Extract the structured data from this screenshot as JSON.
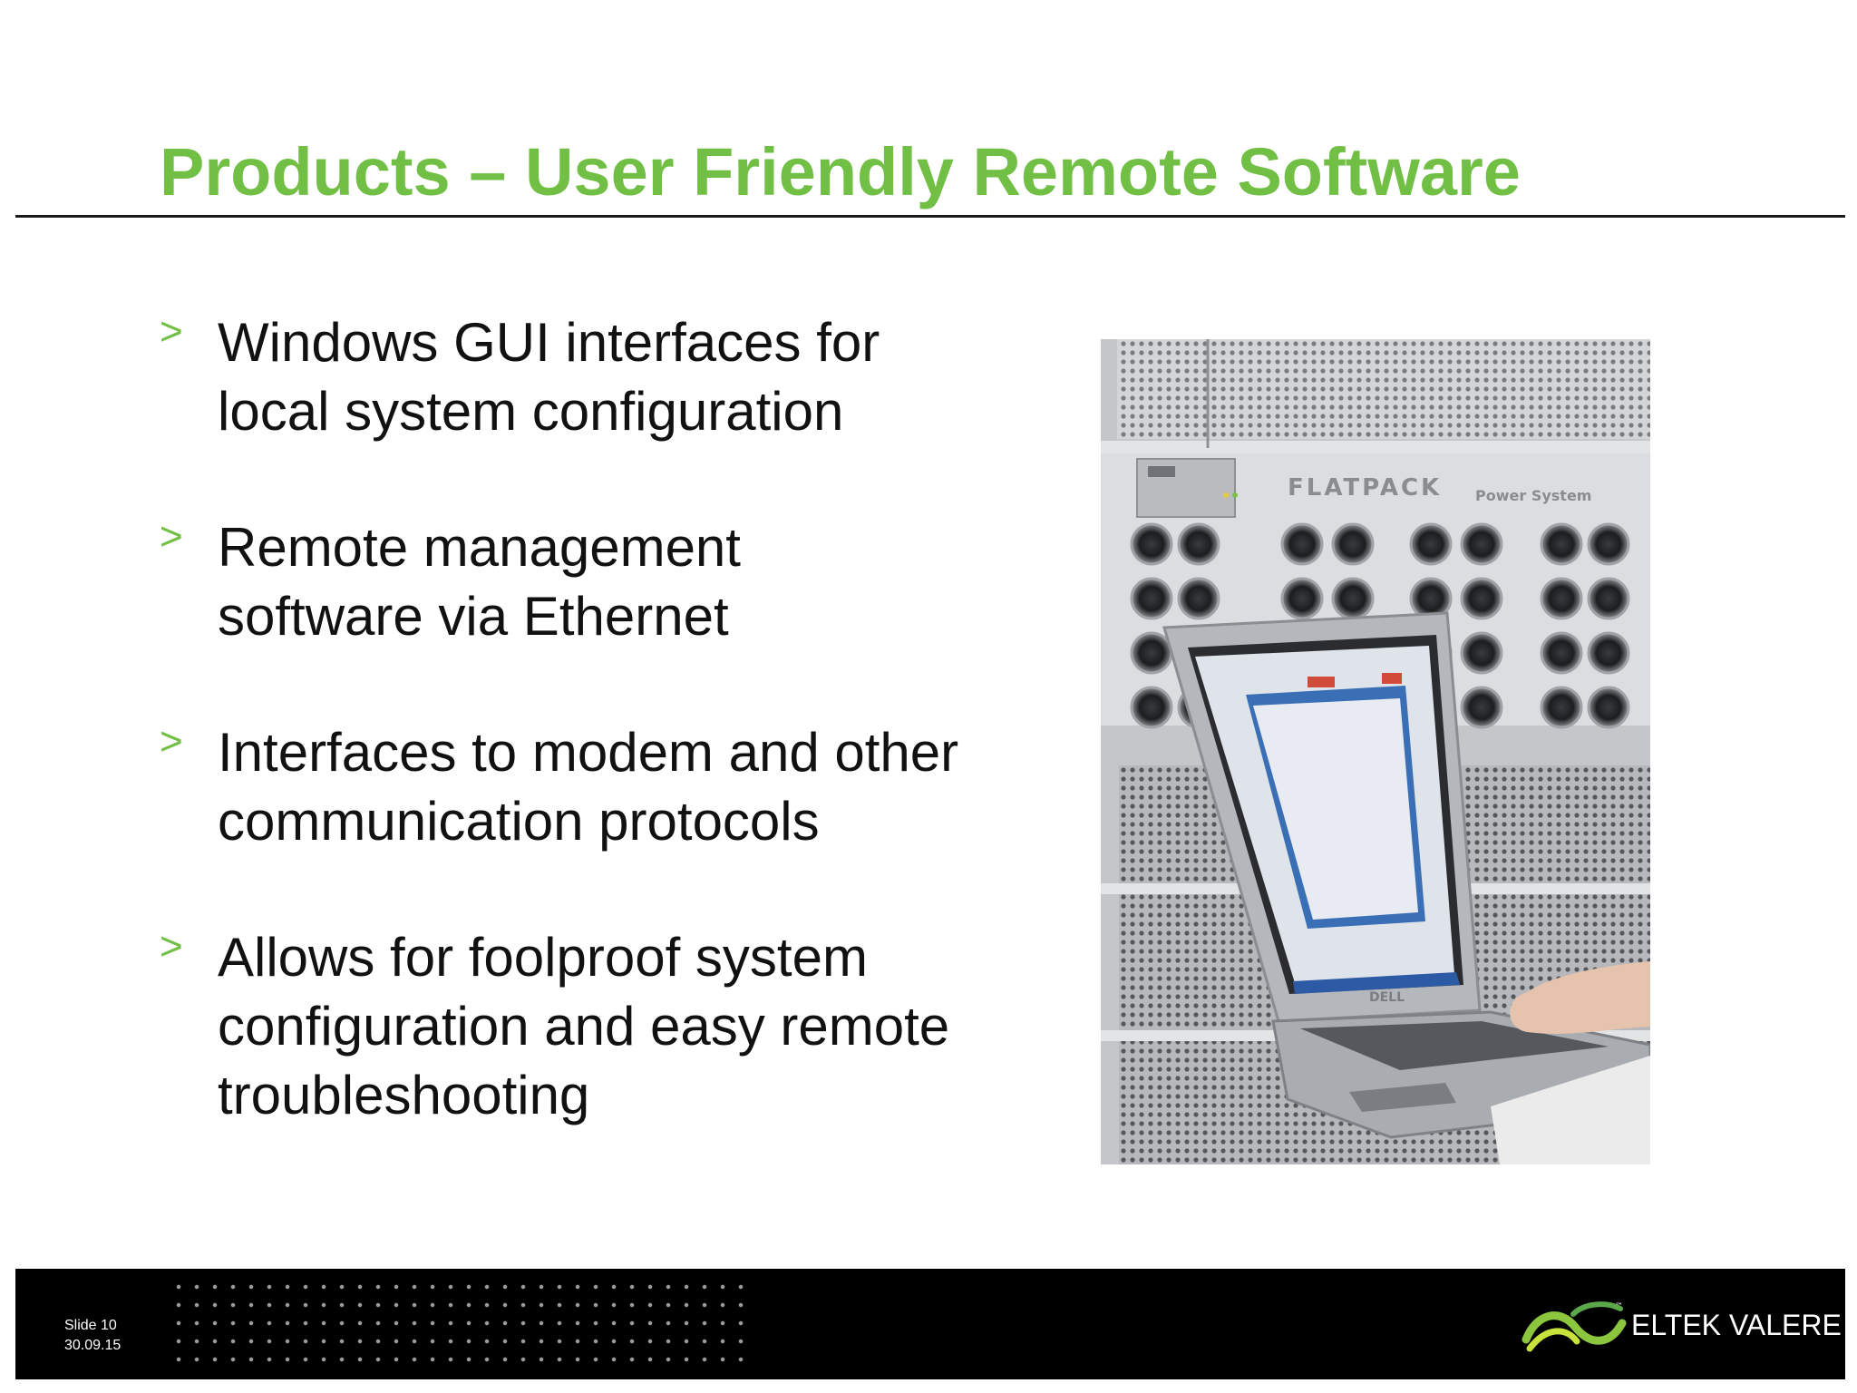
{
  "slide": {
    "title": "Products – User Friendly Remote Software",
    "bullet_marker": ">",
    "bullets": [
      {
        "lines": [
          "Windows GUI interfaces for",
          "local system configuration"
        ]
      },
      {
        "lines": [
          "Remote management",
          "software via Ethernet"
        ]
      },
      {
        "lines": [
          "Interfaces to modem and other",
          "communication protocols"
        ]
      },
      {
        "lines": [
          "Allows for foolproof system",
          "configuration and easy remote",
          "troubleshooting"
        ]
      }
    ],
    "photo": {
      "panel_text": "FLATPACK",
      "panel_subtext": "Power System",
      "laptop_brand": "DELL"
    }
  },
  "footer": {
    "slide_label": "Slide 10",
    "date": "30.09.15",
    "brand": "ELTEK VALERE",
    "trademark": "™"
  },
  "colors": {
    "accent": "#71bf44",
    "text": "#111111",
    "footer_bg": "#000000"
  },
  "icons": [
    "eltek-valere-logo-icon"
  ]
}
